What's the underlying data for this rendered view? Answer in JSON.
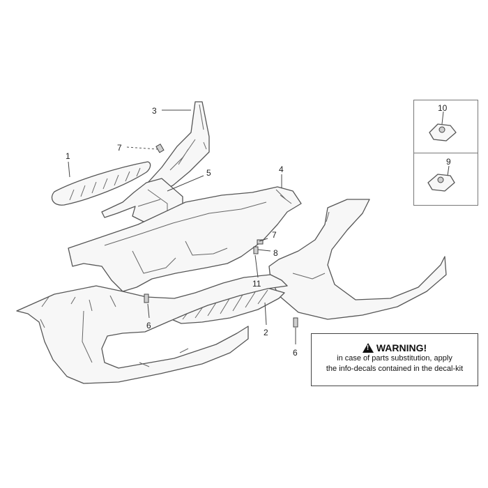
{
  "diagram": {
    "callouts": [
      {
        "id": "c1",
        "label": "1"
      },
      {
        "id": "c2",
        "label": "2"
      },
      {
        "id": "c3",
        "label": "3"
      },
      {
        "id": "c4",
        "label": "4"
      },
      {
        "id": "c5",
        "label": "5"
      },
      {
        "id": "c6a",
        "label": "6"
      },
      {
        "id": "c6b",
        "label": "6"
      },
      {
        "id": "c7a",
        "label": "7"
      },
      {
        "id": "c7b",
        "label": "7"
      },
      {
        "id": "c8",
        "label": "8"
      },
      {
        "id": "c9",
        "label": "9"
      },
      {
        "id": "c10",
        "label": "10"
      },
      {
        "id": "c11",
        "label": "11"
      }
    ]
  },
  "warning": {
    "title": "WARNING!",
    "line1": "in case of parts substitution, apply",
    "line2": "the info-decals contained in the decal-kit"
  }
}
